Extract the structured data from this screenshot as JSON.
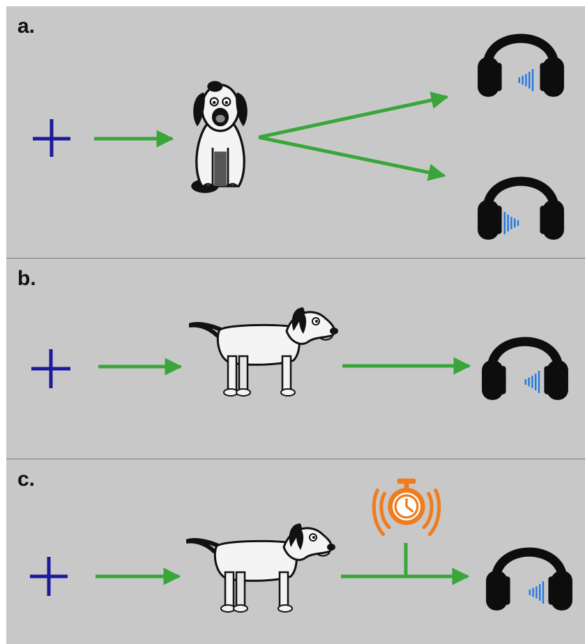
{
  "panels": [
    {
      "label": "a."
    },
    {
      "label": "b."
    },
    {
      "label": "c."
    }
  ],
  "icons": {
    "fixation": "fixation-cross",
    "stimulus": "dog",
    "response": "headphones",
    "delay": "alarm-clock"
  },
  "colors": {
    "background": "#c8c8c8",
    "arrow": "#3aa53a",
    "cross": "#1a1a9c",
    "sound_wave": "#1e78e6",
    "alarm": "#f07c1e",
    "headphones": "#0d0d0d"
  }
}
